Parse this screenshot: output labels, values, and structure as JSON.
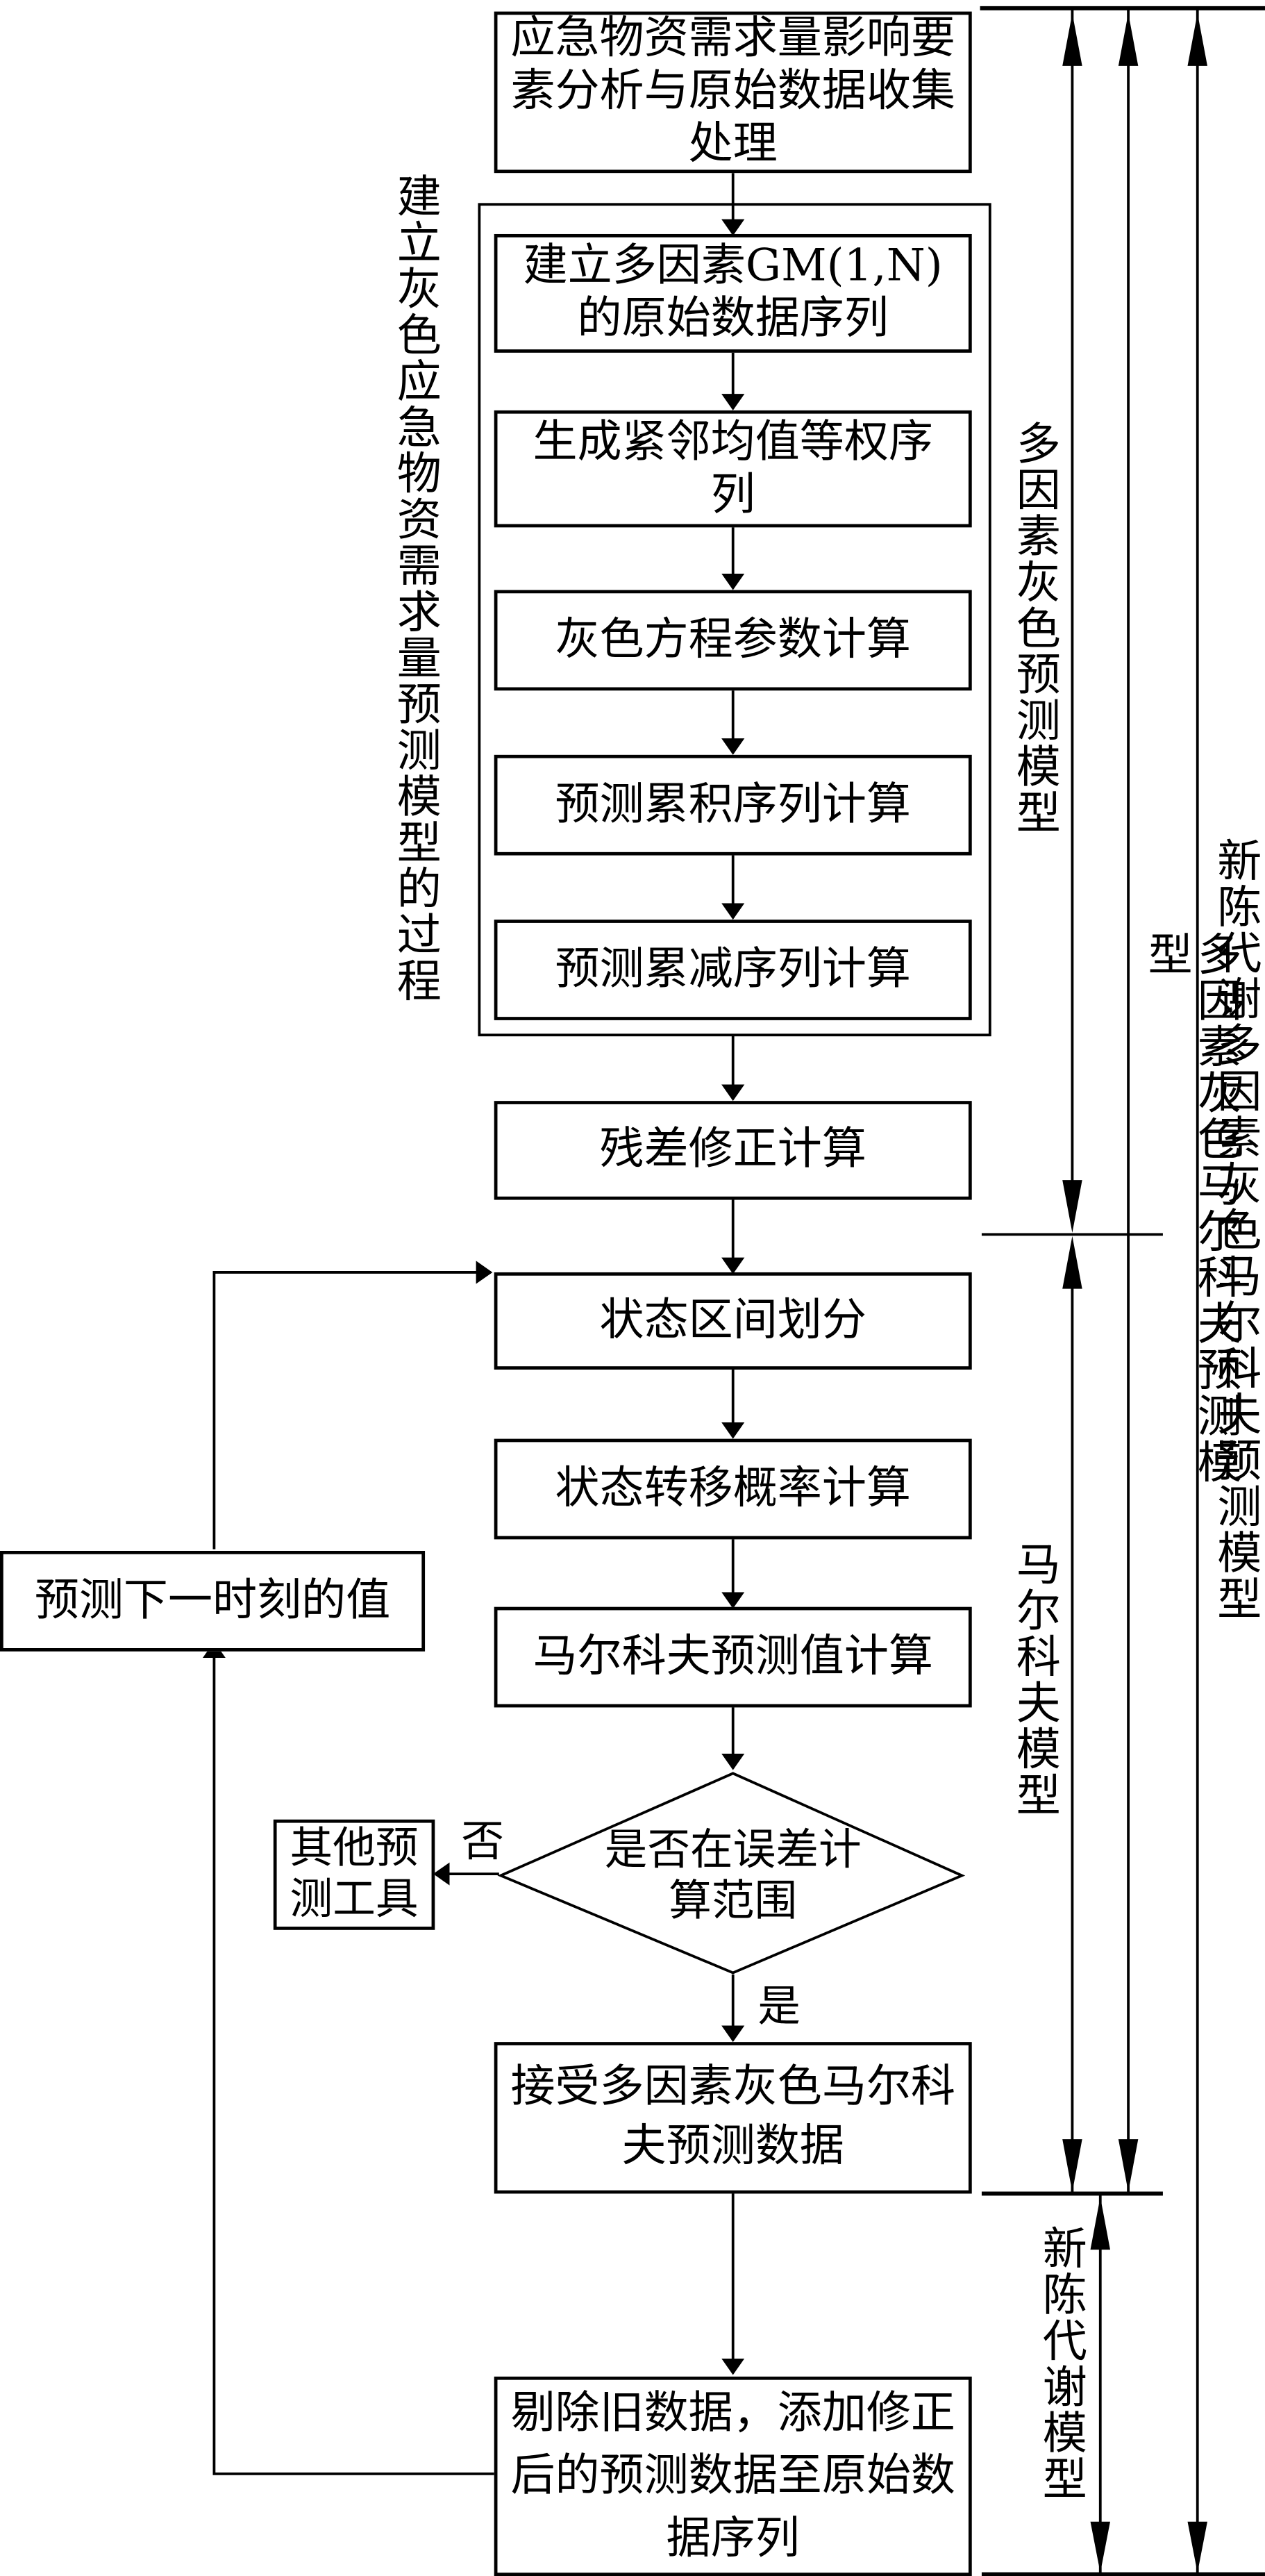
{
  "diagram": {
    "steps": {
      "collect": "应急物资需求量影响要素分析与原始数据收集处理",
      "build_sequence": "建立多因素GM(1,N)的原始数据序列",
      "mean_sequence": "生成紧邻均值等权序列",
      "grey_params": "灰色方程参数计算",
      "accumulate": "预测累积序列计算",
      "reduce": "预测累减序列计算",
      "residual": "残差修正计算",
      "state_divide": "状态区间划分",
      "transition": "状态转移概率计算",
      "markov_value": "马尔科夫预测值计算",
      "decision": "是否在误差计算范围",
      "accept": "接受多因素灰色马尔科夫预测数据",
      "metabolism": "剔除旧数据，添加修正后的预测数据至原始数据序列",
      "predict_next": "预测下一时刻的值",
      "other_tools": "其他预测工具"
    },
    "edge_labels": {
      "no": "否",
      "yes": "是"
    },
    "group_labels": {
      "grey_process": "建立灰色应急物资需求量预测模型的过程",
      "multi_grey": "多因素灰色预测模型",
      "markov": "马尔科夫模型",
      "multi_grey_markov": "多因素灰色马尔科夫预测模型",
      "metabolism_model": "新陈代谢模型",
      "full_model": "新陈代谢多因素灰色马尔科夫预测模型"
    }
  }
}
